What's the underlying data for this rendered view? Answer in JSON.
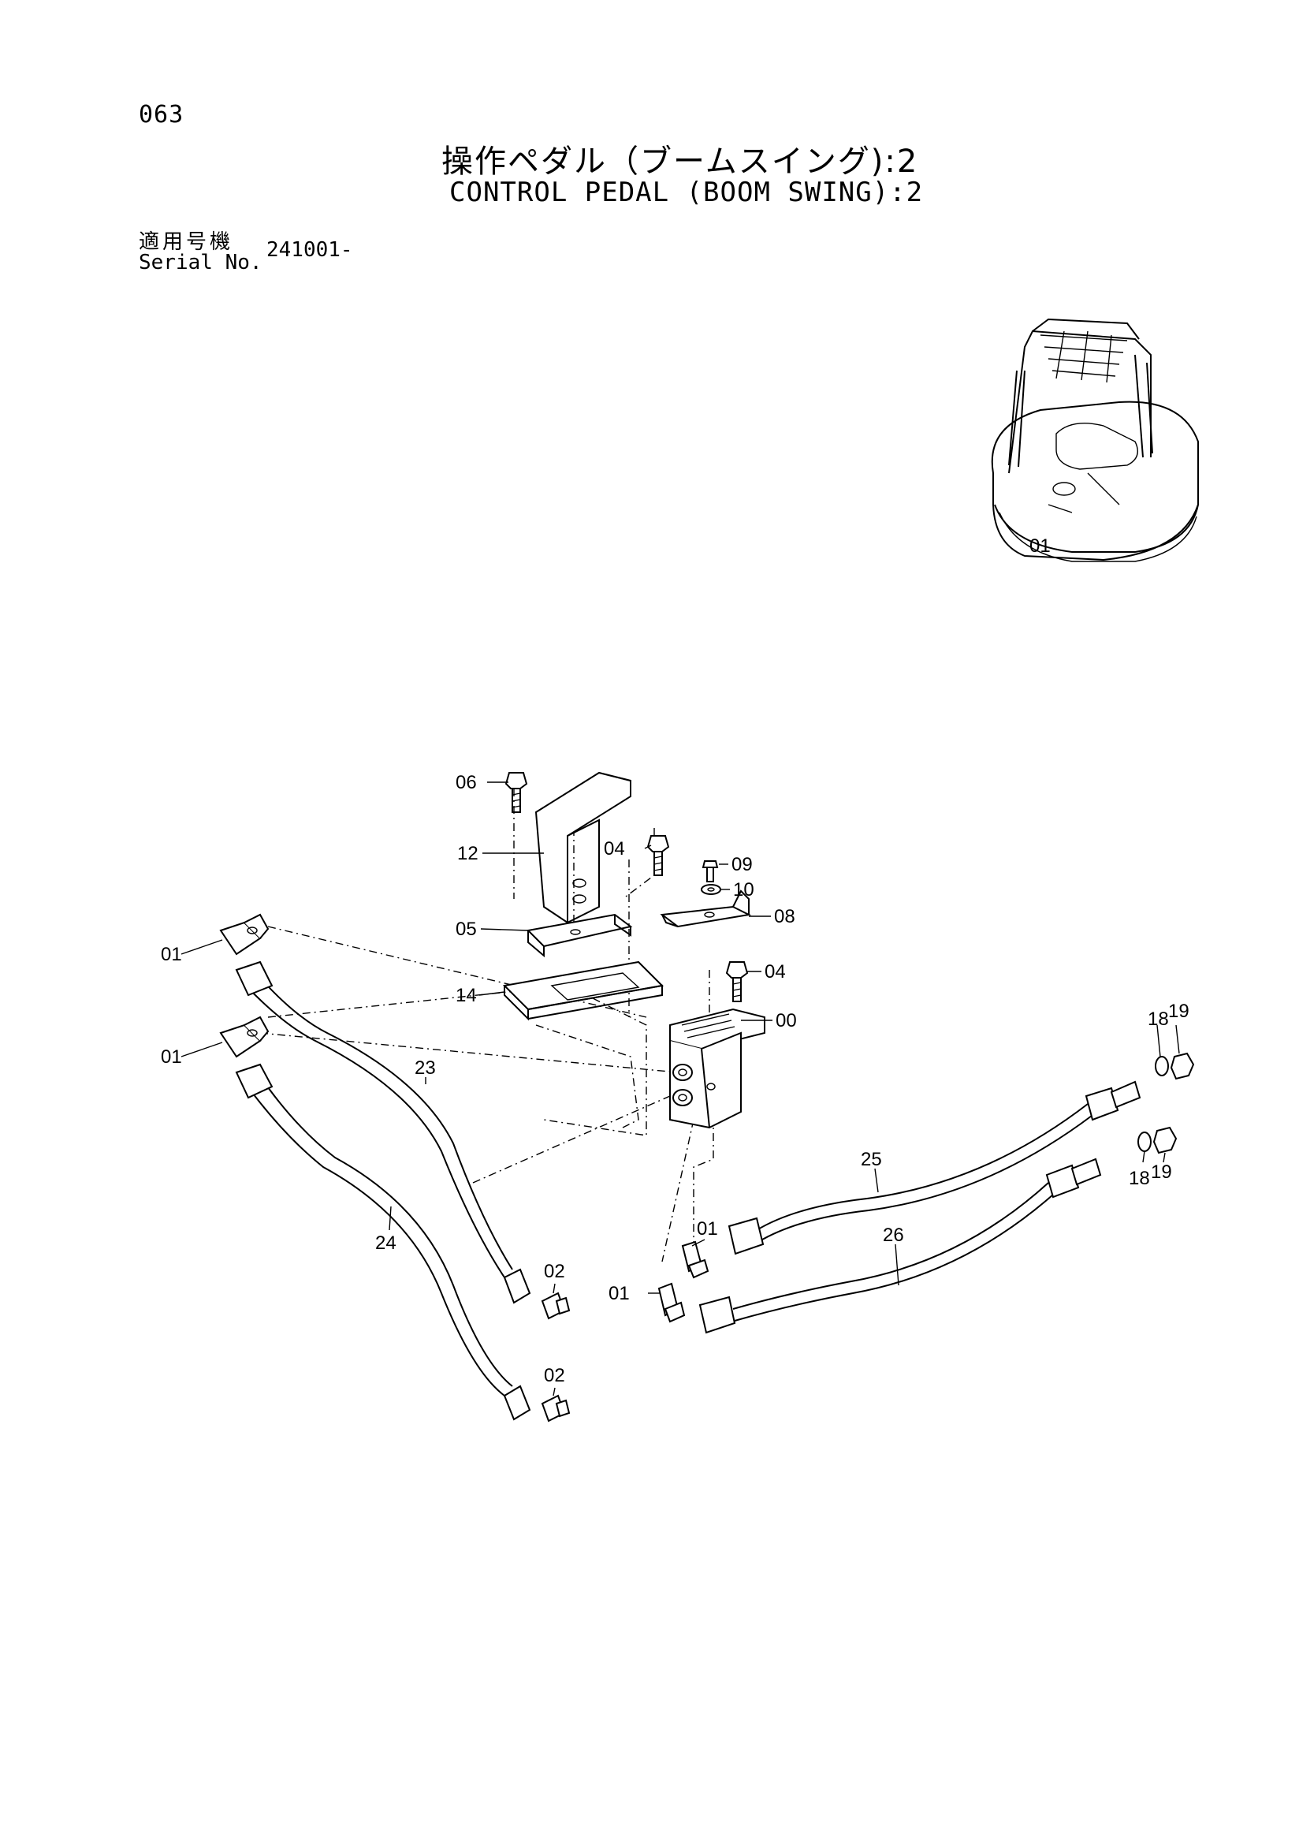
{
  "header": {
    "page_number": "063",
    "title_jp": "操作ペダル（ブームスイング):2",
    "title_en": "CONTROL PEDAL (BOOM SWING):2",
    "serial_label_jp": "適用号機",
    "serial_label_en": "Serial No.",
    "serial_value": "241001-"
  },
  "overview": {
    "label": "01"
  },
  "callouts": {
    "c06": "06",
    "c12": "12",
    "c04a": "04",
    "c09": "09",
    "c10": "10",
    "c05": "05",
    "c08": "08",
    "c01a": "01",
    "c04b": "04",
    "c14": "14",
    "c00": "00",
    "c01b": "01",
    "c23": "23",
    "c18a": "18",
    "c19a": "19",
    "c25": "25",
    "c18b": "18",
    "c19b": "19",
    "c26": "26",
    "c01c": "01",
    "c01d": "01",
    "c24": "24",
    "c02a": "02",
    "c02b": "02"
  }
}
